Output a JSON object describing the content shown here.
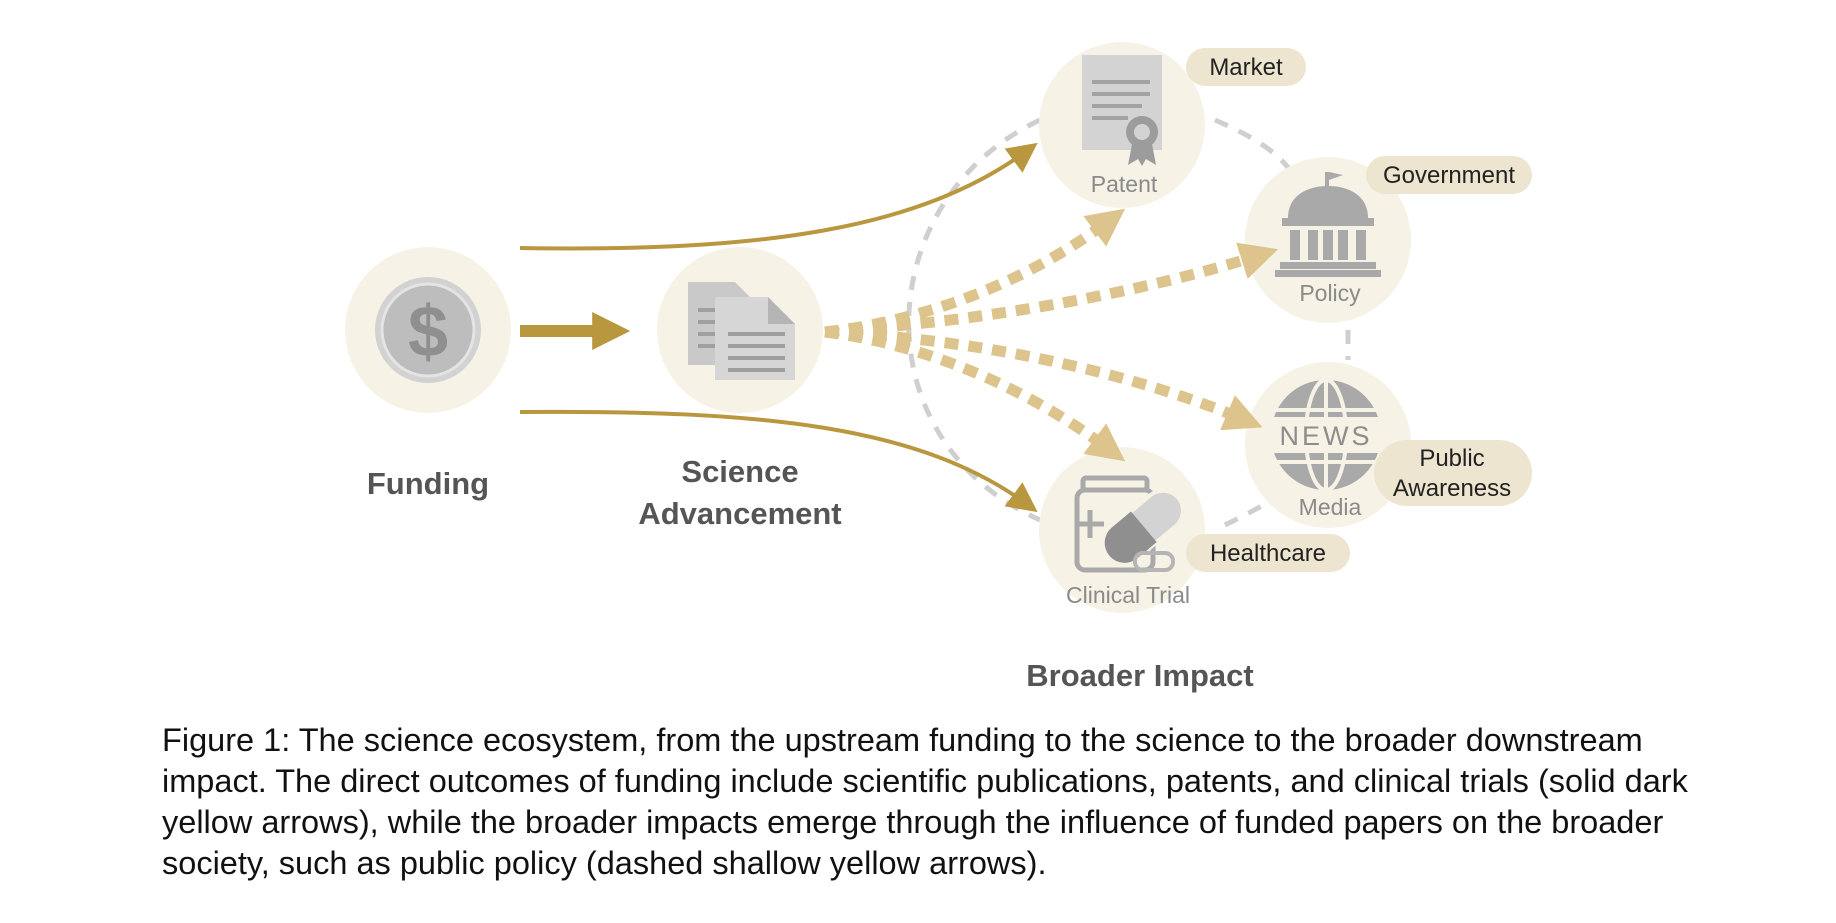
{
  "diagram": {
    "nodes": {
      "funding": {
        "label": "Funding"
      },
      "science": {
        "label_line1": "Science",
        "label_line2": "Advancement"
      },
      "patent": {
        "label": "Patent",
        "tag": "Market"
      },
      "policy": {
        "label": "Policy",
        "tag": "Government"
      },
      "media": {
        "label": "Media",
        "tag_line1": "Public",
        "tag_line2": "Awareness",
        "icon_text": "NEWS"
      },
      "clinical": {
        "label": "Clinical Trial",
        "tag": "Healthcare"
      }
    },
    "broader_impact": "Broader Impact",
    "colors": {
      "solid_arrow": "#b8973f",
      "dashed_arrow": "#dcc48c",
      "node_bg": "#f6f2e6",
      "tag_bg": "#ede5cf",
      "icon_gray": "#a9a9a9",
      "ring_dash": "#cfcfcf"
    },
    "icons": [
      "dollar-coin-icon",
      "documents-icon",
      "certificate-icon",
      "capitol-building-icon",
      "news-globe-icon",
      "medicine-pill-icon"
    ]
  },
  "caption": "Figure 1: The science ecosystem, from the upstream funding to the science to the broader downstream impact. The direct outcomes of funding include scientific publications, patents, and clinical trials (solid dark yellow arrows), while the broader impacts emerge through the influence of funded papers on the broader society, such as public policy (dashed shallow yellow arrows)."
}
